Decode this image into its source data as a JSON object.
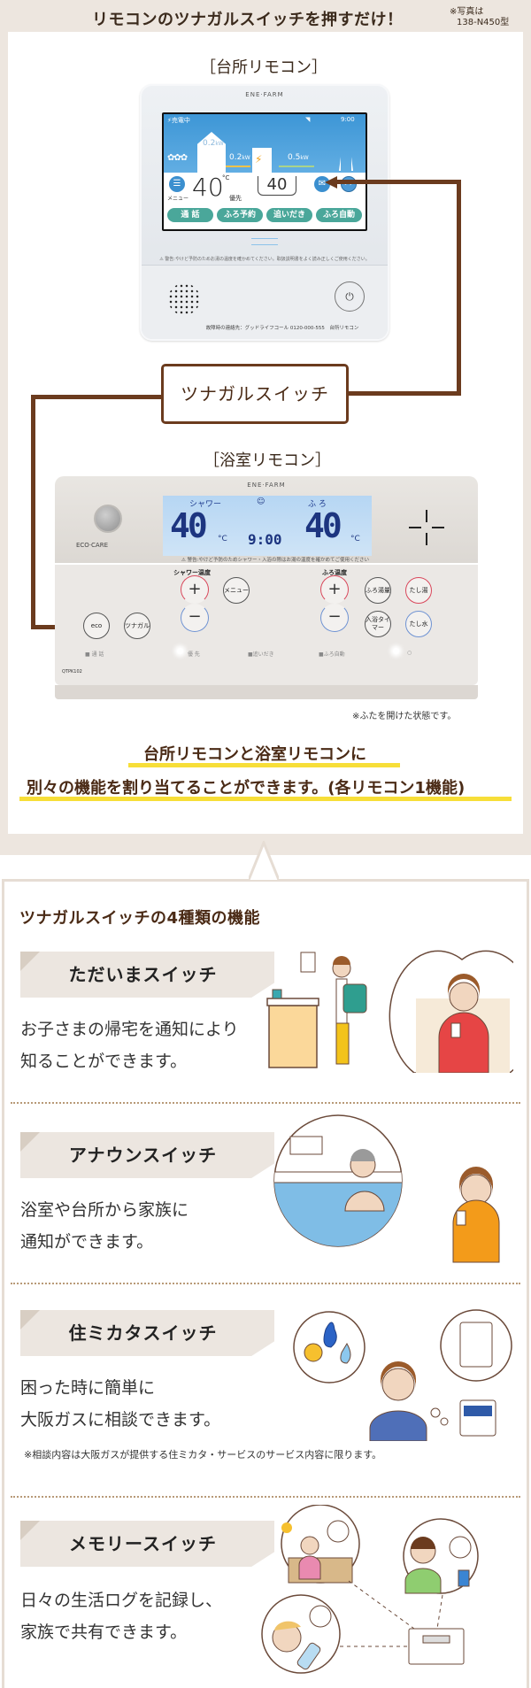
{
  "header": {
    "title": "リモコンのツナガルスイッチを押すだけ！",
    "photo_note_line1": "※写真は",
    "photo_note_line2": "138-N450型"
  },
  "kitchen_remote": {
    "label": "［台所リモコン］",
    "brand": "ENE·FARM",
    "status": "⚡売電中",
    "time": "9:00",
    "house_kw": "0.2",
    "line1_kw": "0.2",
    "line2_kw": "0.5",
    "kw_unit": "kW",
    "menu_label": "メニュー",
    "temp_main": "40",
    "temp_unit": "°C",
    "priority": "優先",
    "temp_bath": "40",
    "buttons": [
      "通 話",
      "ふろ予約",
      "追いだき",
      "ふろ自動"
    ],
    "warning": "⚠ 警告:やけど予防のためお湯の温度を確かめてください。取扱説明書をよく読み正しくご使用ください。",
    "contact": "故障時の連絡先：グッドライフコール 0120-000-555　台所リモコン"
  },
  "connector": {
    "switch_label": "ツナガルスイッチ",
    "color": "#6b3b1e"
  },
  "bath_remote": {
    "label": "［浴室リモコン］",
    "brand": "ENE·FARM",
    "eco_care": "ECO·CARE",
    "shower_label": "シャワー",
    "bath_label": "ふ ろ",
    "shower_temp": "40",
    "bath_temp": "40",
    "temp_unit": "°C",
    "time": "9:00",
    "warning": "⚠ 警告:やけど予防のためシャワー・入浴の際はお湯の温度を確かめてご使用ください",
    "shower_temp_group": "シャワー温度",
    "bath_temp_group": "ふろ温度",
    "btn_menu": "メニュー",
    "btn_bath_volume": "ふろ湯量",
    "btn_add_hot": "たし湯",
    "btn_bath_timer": "入浴タイマー",
    "btn_add_water": "たし水",
    "btn_eco": "eco",
    "btn_tsunagaru": "ツナガル",
    "plus": "+",
    "minus": "−",
    "indicators": [
      "■ 通 話",
      "優 先",
      "■追いだき",
      "■ふろ自動",
      "○"
    ],
    "model": "QTPK102"
  },
  "open_note": "※ふたを開けた状態です。",
  "highlight": {
    "line1": "台所リモコンと浴室リモコンに",
    "line2": "別々の機能を割り当てることができます。(各リモコン1機能)",
    "bar_color": "#f7de38"
  },
  "features": {
    "title": "ツナガルスイッチの4種類の機能",
    "items": [
      {
        "name": "ただいまスイッチ",
        "desc_line1": "お子さまの帰宅を通知により",
        "desc_line2": "知ることができます。",
        "illustration": "child-pressing-remote-mother-phone"
      },
      {
        "name": "アナウンスイッチ",
        "desc_line1": "浴室や台所から家族に",
        "desc_line2": "通知ができます。",
        "illustration": "man-in-bath-woman-phone"
      },
      {
        "name": "住ミカタスイッチ",
        "desc_line1": "困った時に簡単に",
        "desc_line2": "大阪ガスに相談できます。",
        "note": "※相談内容は大阪ガスが提供する住ミカタ・サービスのサービス内容に限ります。",
        "illustration": "operator-headset-utilities"
      },
      {
        "name": "メモリースイッチ",
        "desc_line1": "日々の生活ログを記録し、",
        "desc_line2": "家族で共有できます。",
        "illustration": "family-life-log-device"
      }
    ]
  },
  "colors": {
    "band_bg": "#ede6df",
    "brown": "#6b3b1e",
    "tag_bg": "#ece6e0",
    "dotted": "#b89a78",
    "highlight": "#f7de38"
  }
}
